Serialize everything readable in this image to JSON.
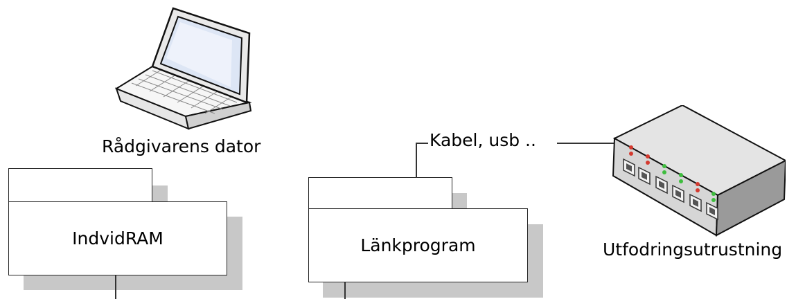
{
  "laptop": {
    "label": "Rådgivarens dator",
    "icon": "laptop-icon"
  },
  "packages": [
    {
      "name": "IndvidRAM"
    },
    {
      "name": "Länkprogram"
    }
  ],
  "connection": {
    "label": "Kabel, usb .."
  },
  "device": {
    "label": "Utfodringsutrustning",
    "icon": "network-switch-icon"
  },
  "colors": {
    "shadow": "#c8c8c8",
    "outline": "#222222",
    "screen": "#dde6f5"
  }
}
